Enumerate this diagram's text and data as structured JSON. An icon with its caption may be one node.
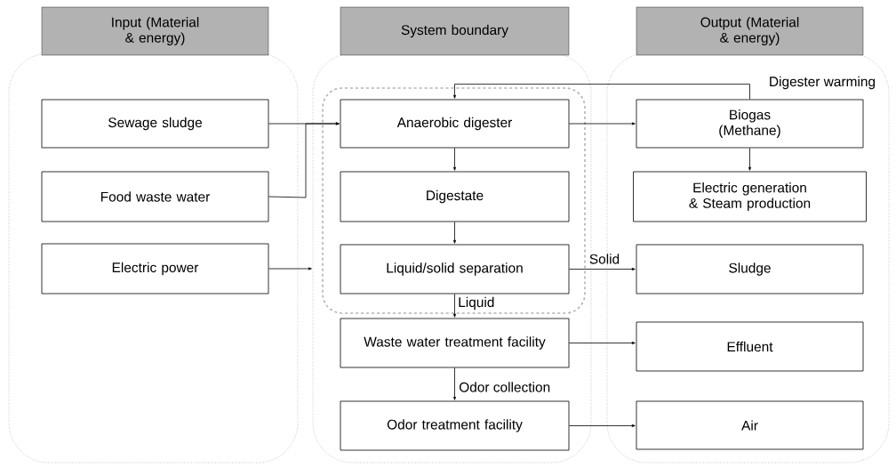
{
  "diagram": {
    "nodes": [
      {
        "text": [
          "Input (Material & energy)"
        ]
      },
      {
        "text": [
          "Sewage sludge"
        ],
        "in": 0
      },
      {
        "text": [
          "Food waste water"
        ],
        "in": 0
      },
      {
        "text": [
          "Electric power"
        ],
        "in": 0
      },
      {
        "text": [
          "System boundary"
        ]
      },
      {
        "text": [],
        "shape": "box",
        "in": 4
      },
      {
        "text": [
          "Anaerobic digester"
        ],
        "in": 5
      },
      {
        "text": [
          "Digestate"
        ],
        "in": 5
      },
      {
        "text": [
          "Liquid/solid separation"
        ],
        "in": 5
      },
      {
        "text": [
          "Waste water treatment facility"
        ],
        "in": 4
      },
      {
        "text": [
          "Odor treatment facility"
        ],
        "in": 4
      },
      {
        "text": [
          "Output (Material & energy)"
        ]
      },
      {
        "text": [
          "Biogas (Methane)"
        ],
        "in": 11
      },
      {
        "text": [
          "Electric generation & Steam production"
        ],
        "in": 11
      },
      {
        "text": [
          "Sludge"
        ],
        "in": 11
      },
      {
        "text": [
          "Effluent"
        ],
        "in": 11
      },
      {
        "text": [
          "Air"
        ],
        "in": 11
      }
    ],
    "edges": [
      {
        "from": 1,
        "to": 6,
        "arrow": "to"
      },
      {
        "from": 2,
        "to": 6,
        "arrow": "to"
      },
      {
        "from": 3,
        "to": 4,
        "arrow": "to"
      },
      {
        "from": 6,
        "to": 12,
        "arrow": "to"
      },
      {
        "from": 12,
        "to": 6,
        "arrow": "to",
        "label": "Digester warming"
      },
      {
        "from": 6,
        "to": 7,
        "arrow": "to"
      },
      {
        "from": 7,
        "to": 8,
        "arrow": "to"
      },
      {
        "from": 8,
        "to": 14,
        "arrow": "to",
        "label": "Solid"
      },
      {
        "from": 8,
        "to": 9,
        "arrow": "to",
        "label": "Liquid"
      },
      {
        "from": 9,
        "to": 15,
        "arrow": "to"
      },
      {
        "from": 9,
        "to": 10,
        "arrow": "to",
        "label": "Odor collection"
      },
      {
        "from": 10,
        "to": 16,
        "arrow": "to"
      },
      {
        "from": 12,
        "to": 13,
        "arrow": "to"
      }
    ]
  }
}
